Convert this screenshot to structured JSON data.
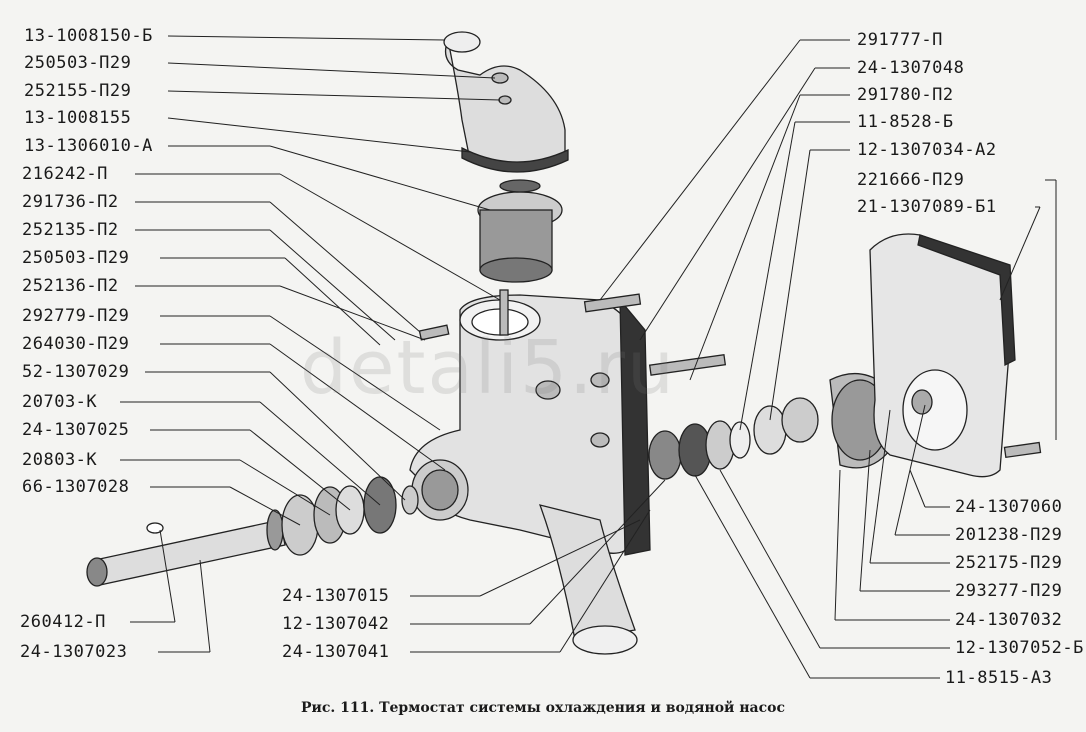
{
  "watermark": "detali5.ru",
  "caption": "Рис. 111. Термостат системы охлаждения и водяной насос",
  "labels_left": [
    "13-1008150-Б",
    "250503-П29",
    "252155-П29",
    "13-1008155",
    "13-1306010-А",
    "216242-П",
    "291736-П2",
    "252135-П2",
    "250503-П29",
    "252136-П2",
    "292779-П29",
    "264030-П29",
    "52-1307029",
    "20703-К",
    "24-1307025",
    "20803-К",
    "66-1307028"
  ],
  "labels_right": [
    "291777-П",
    "24-1307048",
    "291780-П2",
    "11-8528-Б",
    "12-1307034-А2",
    "221666-П29",
    "21-1307089-Б1"
  ],
  "labels_bottom_left": [
    "260412-П",
    "24-1307023"
  ],
  "labels_bottom_mid": [
    "24-1307015",
    "12-1307042",
    "24-1307041"
  ],
  "labels_bottom_right": [
    "24-1307060",
    "201238-П29",
    "252175-П29",
    "293277-П29",
    "24-1307032",
    "12-1307052-Б",
    "11-8515-А3"
  ]
}
